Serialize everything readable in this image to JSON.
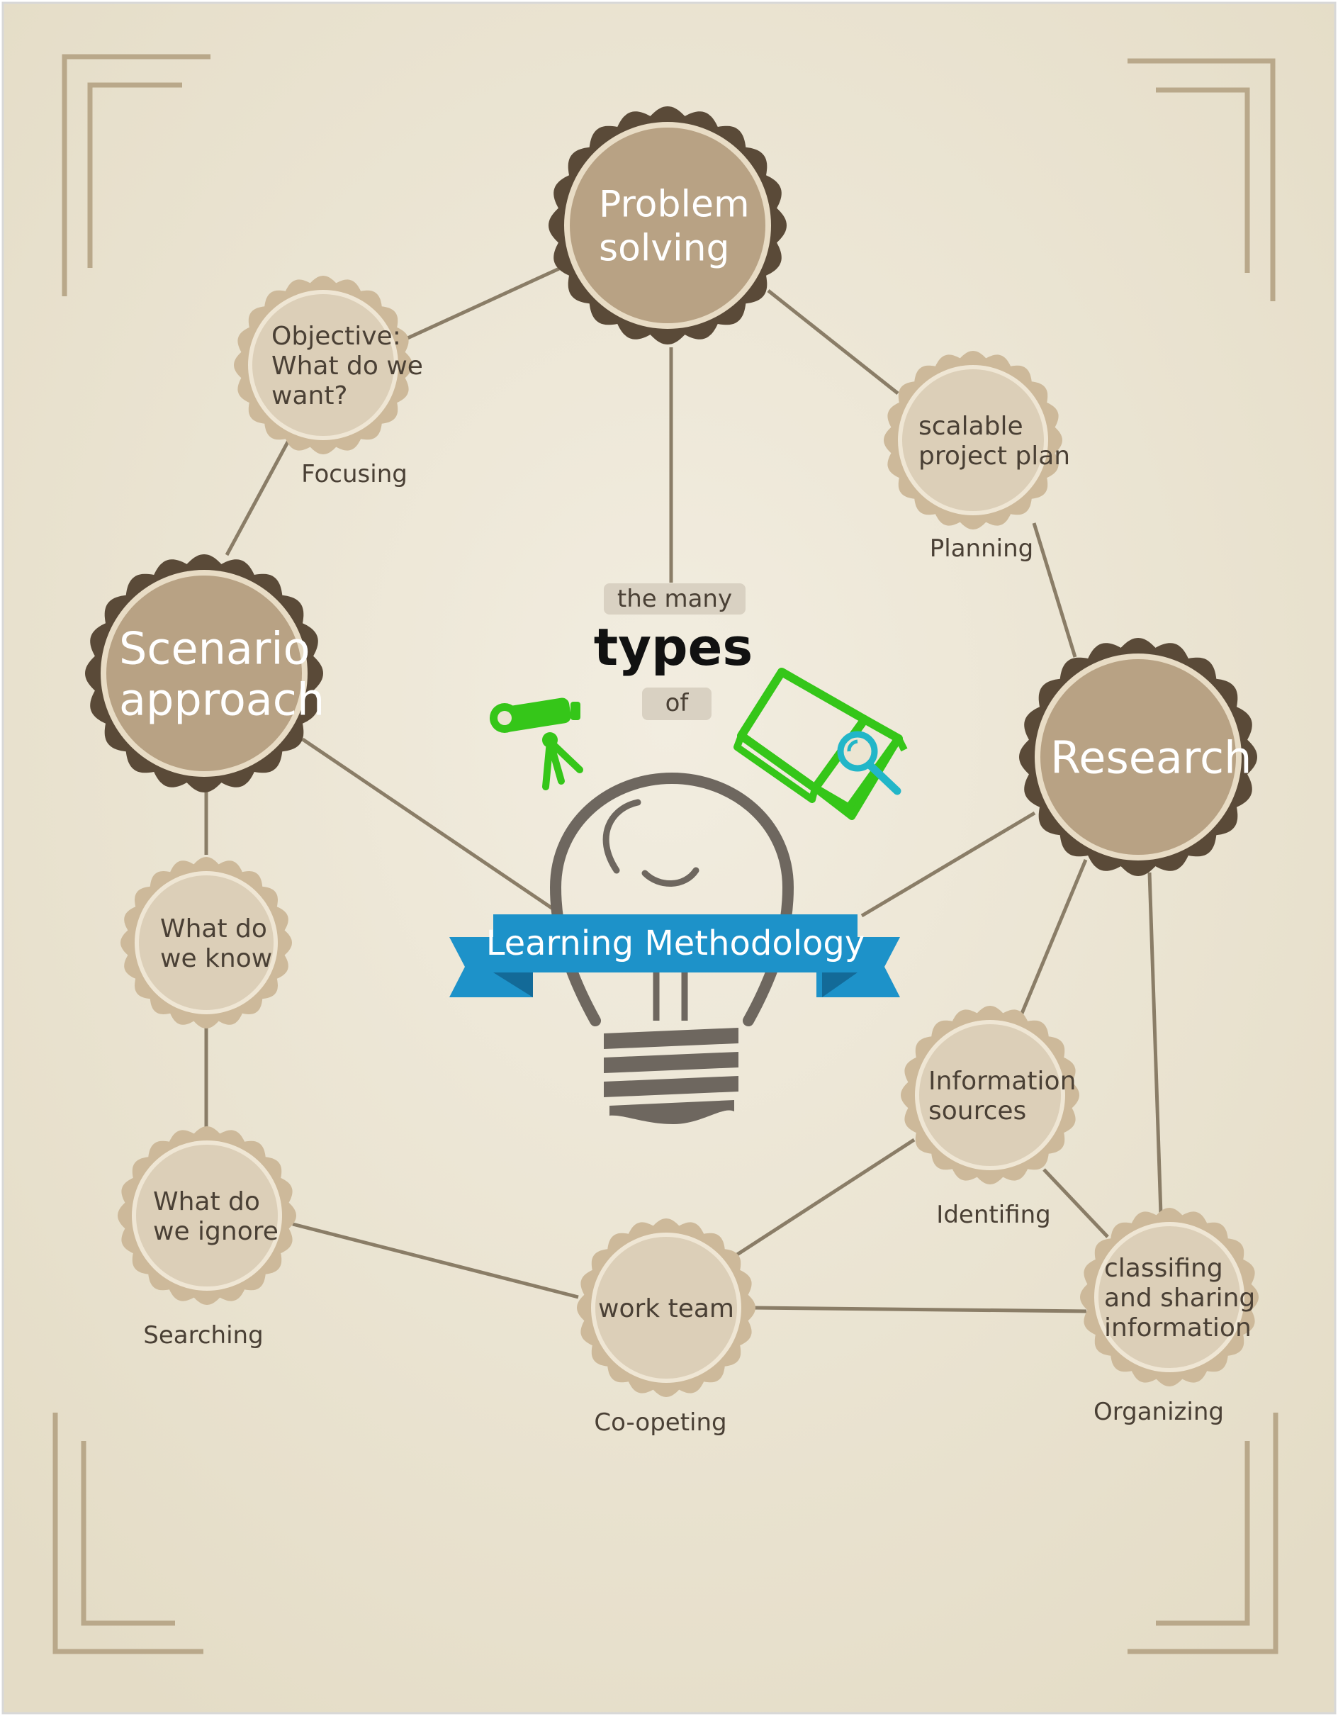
{
  "colors": {
    "paper": "#ece5d2",
    "paper_edge": "#e2d9c2",
    "frame": "#b9a88a",
    "link": "#8a7d67",
    "dark_ring": "#5a4a38",
    "major_fill": "#b8a284",
    "minor_ring": "#cdb99a",
    "minor_fill": "#dccfb8",
    "major_text": "#ffffff",
    "minor_text": "#4a4035",
    "ribbon": "#1d92c9",
    "ribbon_dark": "#136a98",
    "bulb": "#6e675f",
    "accent_green": "#35c619",
    "accent_cyan": "#22b6c8",
    "tag_bg": "#d9d1c2"
  },
  "title": {
    "pre": "the many",
    "main": "types",
    "post": "of"
  },
  "banner": "Learning Methodology",
  "nodes": {
    "problem": {
      "lines": [
        "Problem",
        "solving"
      ]
    },
    "scenario": {
      "lines": [
        "Scenario",
        "approach"
      ]
    },
    "research": {
      "lines": [
        "Research"
      ]
    },
    "objective": {
      "lines": [
        "Objective:",
        "What do we",
        "want?"
      ],
      "caption": "Focusing"
    },
    "scalable": {
      "lines": [
        "scalable",
        "project plan"
      ],
      "caption": "Planning"
    },
    "know": {
      "lines": [
        "What do",
        "we know"
      ]
    },
    "ignore": {
      "lines": [
        "What do",
        "we ignore"
      ],
      "caption": "Searching"
    },
    "info": {
      "lines": [
        "Information",
        "sources"
      ],
      "caption": "Identifing"
    },
    "work": {
      "lines": [
        "work team"
      ],
      "caption": "Co-opeting"
    },
    "classify": {
      "lines": [
        "classifing",
        "and sharing",
        "information"
      ],
      "caption": "Organizing"
    }
  },
  "icons": {
    "bulb": "lightbulb-icon",
    "telescope": "telescope-icon",
    "book": "open-book-magnifier-icon"
  }
}
